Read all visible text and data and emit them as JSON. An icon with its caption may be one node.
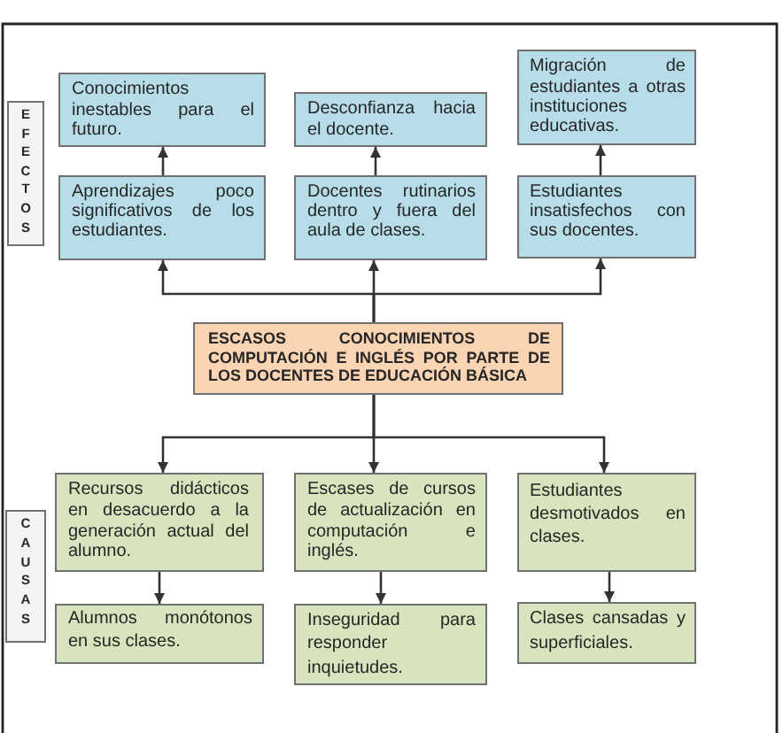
{
  "diagram": {
    "nodes": [
      {
        "text": [
          "EFECTOS"
        ]
      },
      {
        "text": [
          "Conocimientos inestables para el futuro."
        ]
      },
      {
        "text": [
          "Desconfianza hacia el docente."
        ]
      },
      {
        "text": [
          "Migración de estudiantes a otras instituciones educativas."
        ]
      },
      {
        "text": [
          "Aprendizajes poco significativos de los estudiantes."
        ]
      },
      {
        "text": [
          "Docentes rutinarios dentro y fuera del aula de clases."
        ]
      },
      {
        "text": [
          "Estudiantes insatisfechos con sus docentes."
        ]
      },
      {
        "text": [
          "ESCASOS CONOCIMIENTOS DE COMPUTACIÓN E INGLÉS POR PARTE DE LOS DOCENTES DE EDUCACIÓN BÁSICA"
        ]
      },
      {
        "text": [
          "CAUSAS"
        ]
      },
      {
        "text": [
          "Recursos didácticos en desacuerdo a la generación actual del alumno."
        ]
      },
      {
        "text": [
          "Escases de cursos de actualización en computación e inglés."
        ]
      },
      {
        "text": [
          "Estudiantes desmotivados en clases."
        ]
      },
      {
        "text": [
          "Alumnos monótonos en sus clases."
        ]
      },
      {
        "text": [
          "Inseguridad para responder inquietudes."
        ]
      },
      {
        "text": [
          "Clases cansadas y superficiales."
        ]
      }
    ],
    "edges": [
      {
        "from": 7,
        "to": 4,
        "arrow": "to"
      },
      {
        "from": 7,
        "to": 5,
        "arrow": "to"
      },
      {
        "from": 7,
        "to": 6,
        "arrow": "to"
      },
      {
        "from": 4,
        "to": 1,
        "arrow": "to"
      },
      {
        "from": 5,
        "to": 2,
        "arrow": "to"
      },
      {
        "from": 6,
        "to": 3,
        "arrow": "to"
      },
      {
        "from": 7,
        "to": 9,
        "arrow": "to"
      },
      {
        "from": 7,
        "to": 10,
        "arrow": "to"
      },
      {
        "from": 7,
        "to": 11,
        "arrow": "to"
      },
      {
        "from": 9,
        "to": 12,
        "arrow": "to"
      },
      {
        "from": 10,
        "to": 13,
        "arrow": "to"
      },
      {
        "from": 11,
        "to": 14,
        "arrow": "to"
      }
    ]
  }
}
